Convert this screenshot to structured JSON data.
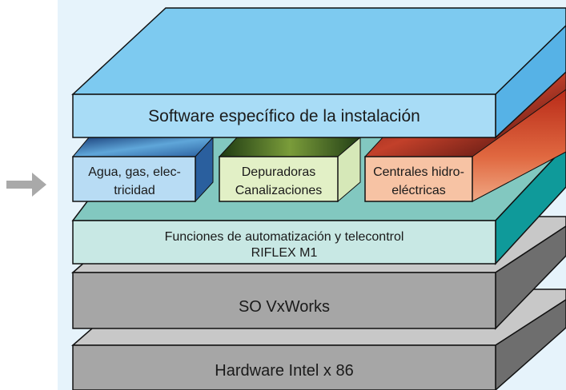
{
  "layers": {
    "software": {
      "label": "Software específico de la instalación"
    },
    "domains": [
      {
        "line1": "Agua, gas, elec-",
        "line2": "tricidad"
      },
      {
        "line1": "Depuradoras",
        "line2": "Canalizaciones"
      },
      {
        "line1": "Centrales hidro-",
        "line2": "eléctricas"
      }
    ],
    "functions": {
      "line1": "Funciones de automatización y telecontrol",
      "line2": "RIFLEX M1"
    },
    "os": {
      "label": "SO  VxWorks"
    },
    "hardware": {
      "label": "Hardware Intel x 86"
    }
  }
}
